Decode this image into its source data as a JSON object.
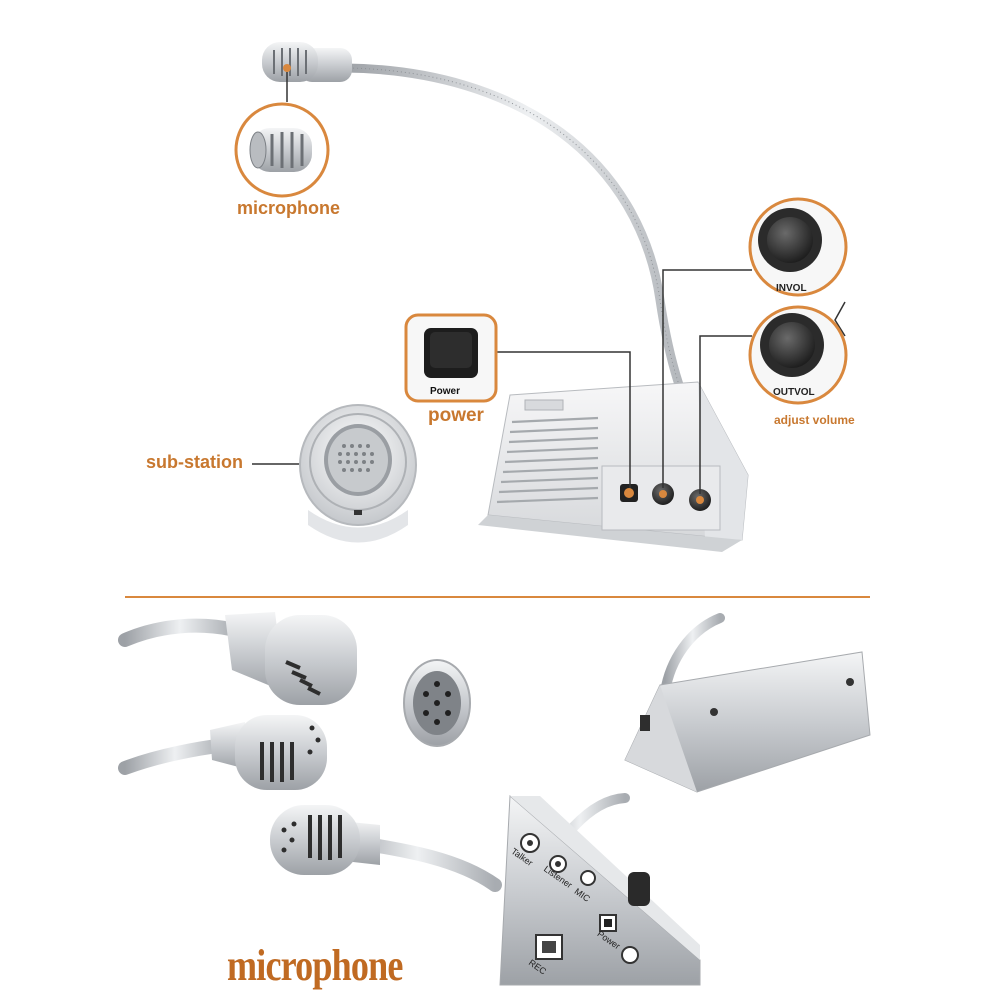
{
  "callouts": {
    "microphone": "microphone",
    "sub_station": "sub-station",
    "power": "power",
    "power_key": "Power",
    "invol": "INVOL",
    "outvol": "OUTVOL",
    "adjust_volume": "adjust volume"
  },
  "bottom": {
    "caption": "microphone",
    "panel_labels": [
      "REC",
      "Power",
      "MIC",
      "Listener",
      "Talker"
    ]
  },
  "colors": {
    "accent": "#d9883e",
    "caption": "#c8782f",
    "silver": "#c9ccd0"
  }
}
